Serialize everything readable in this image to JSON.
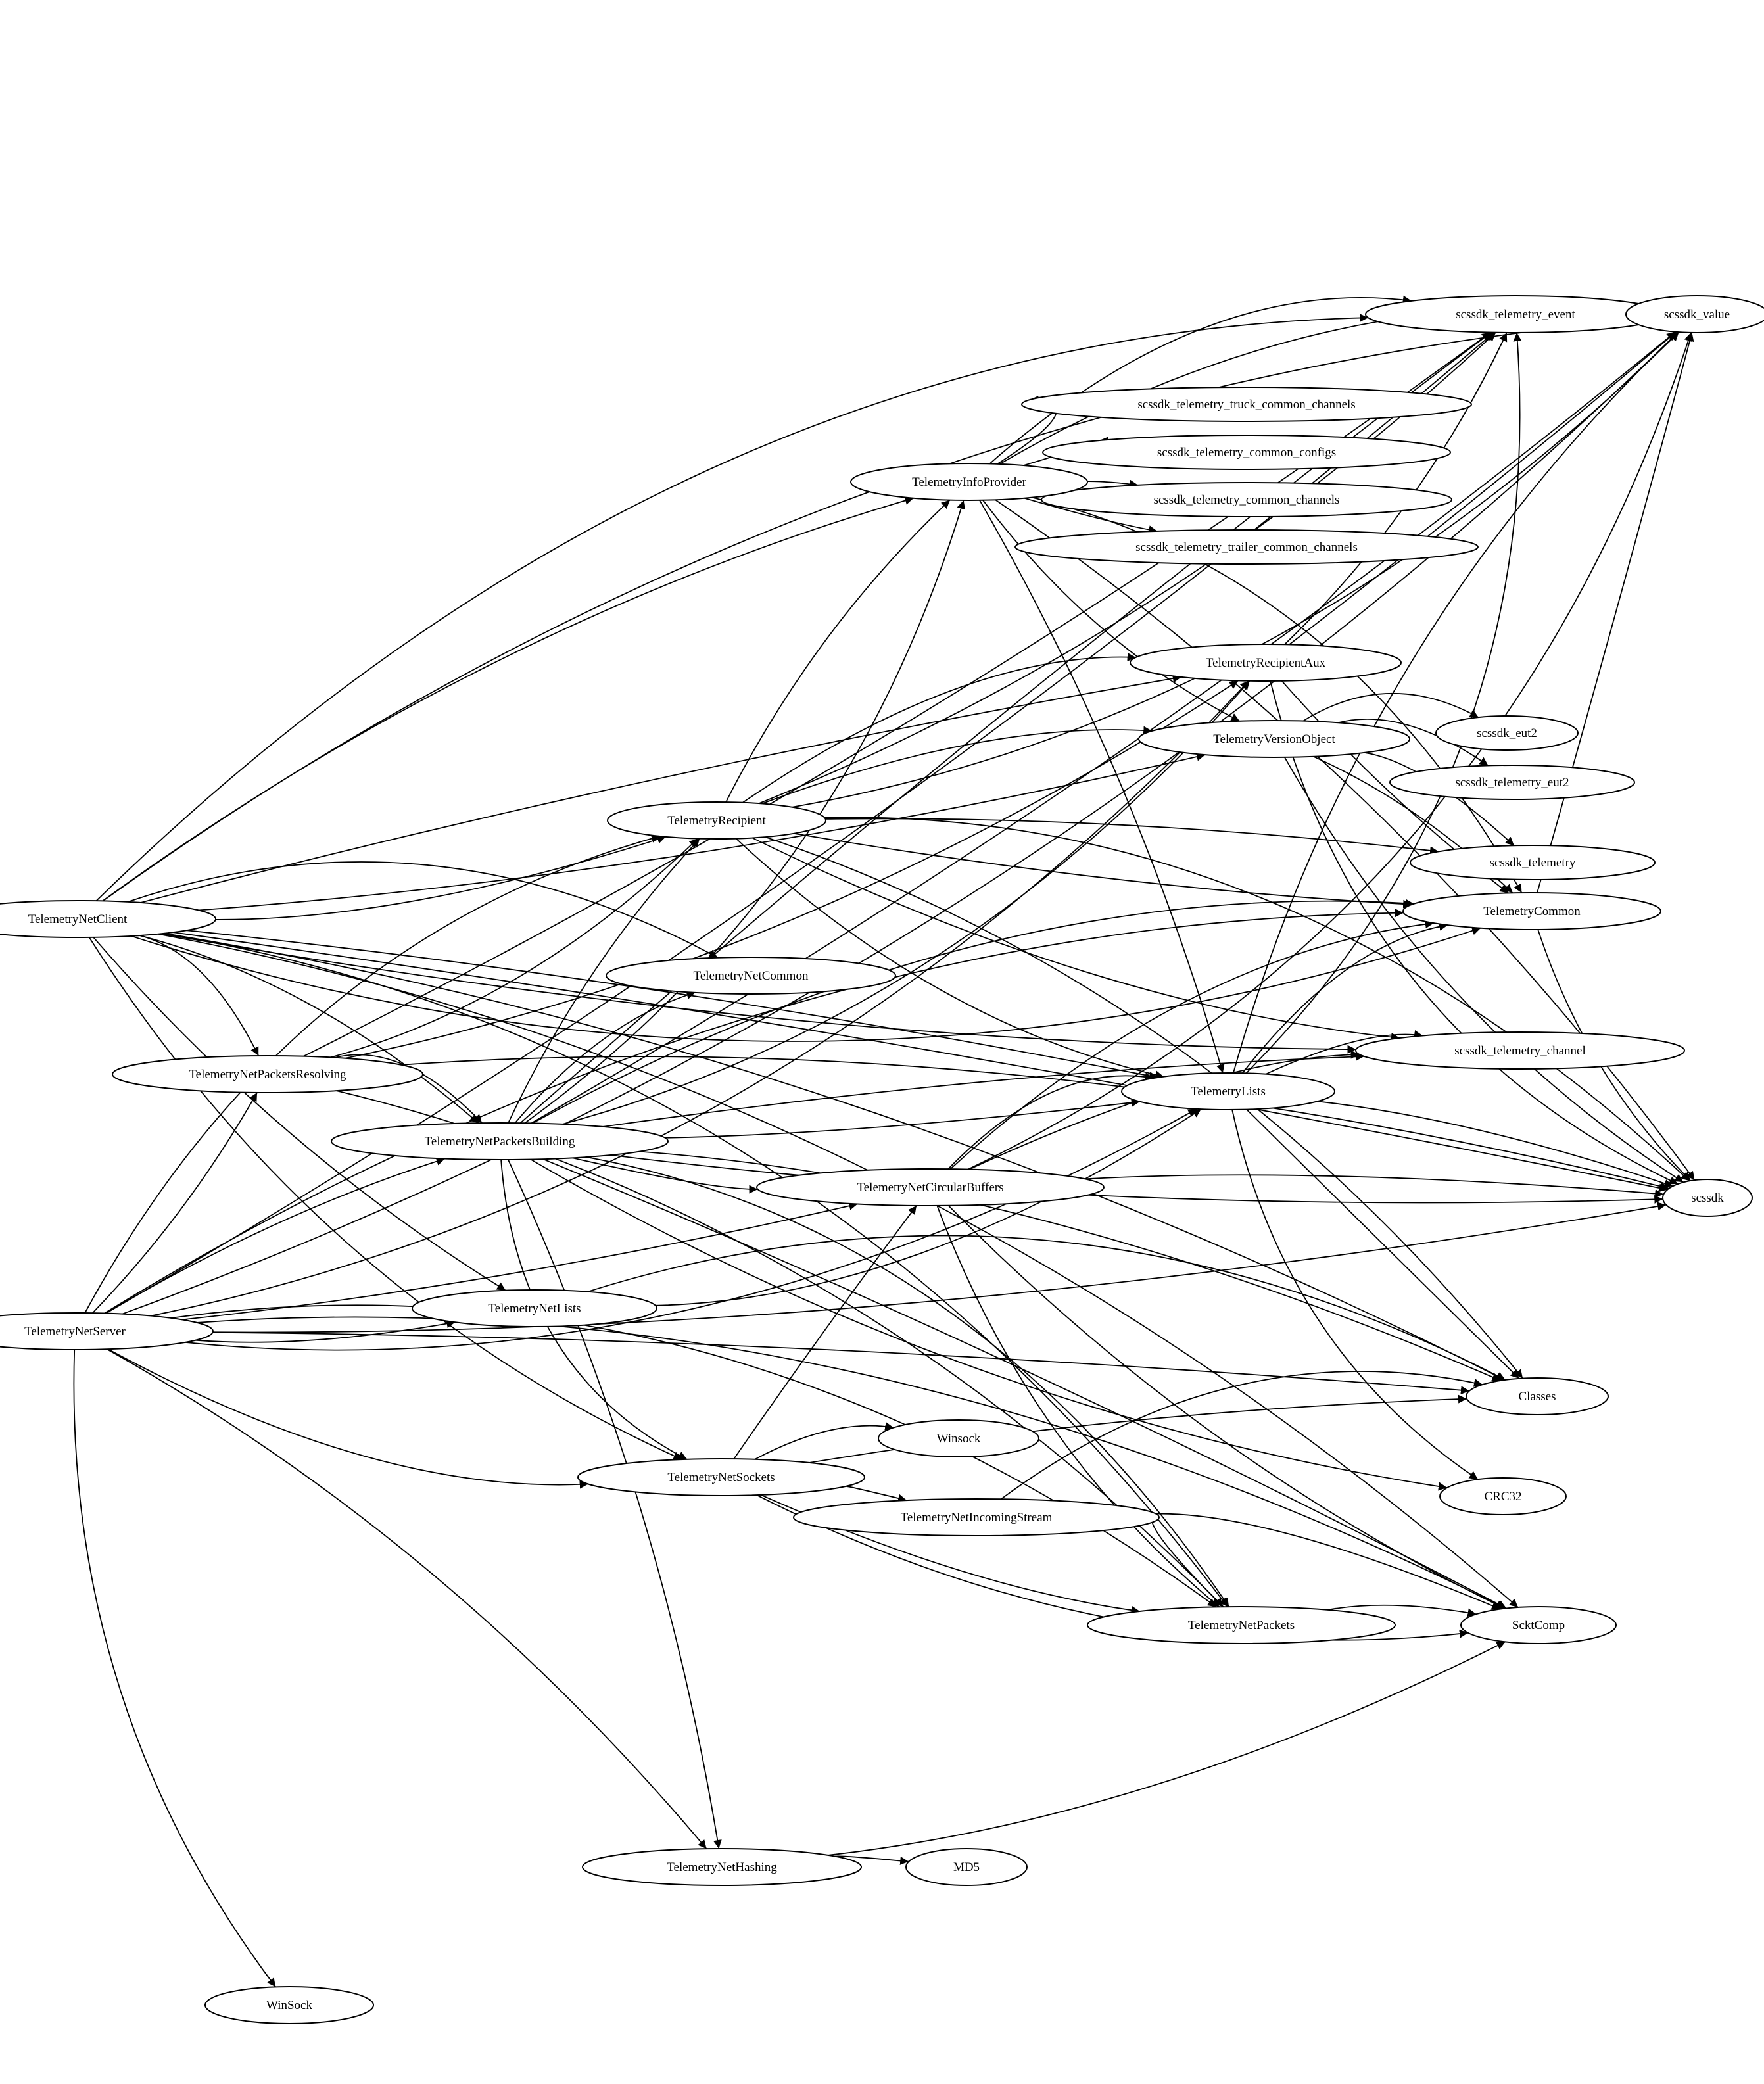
{
  "nodes": [
    {
      "id": "sev",
      "label": "scssdk_telemetry_event"
    },
    {
      "id": "sval",
      "label": "scssdk_value"
    },
    {
      "id": "stcc",
      "label": "scssdk_telemetry_truck_common_channels"
    },
    {
      "id": "scfg",
      "label": "scssdk_telemetry_common_configs"
    },
    {
      "id": "scch",
      "label": "scssdk_telemetry_common_channels"
    },
    {
      "id": "stlc",
      "label": "scssdk_telemetry_trailer_common_channels"
    },
    {
      "id": "tip",
      "label": "TelemetryInfoProvider"
    },
    {
      "id": "tra",
      "label": "TelemetryRecipientAux"
    },
    {
      "id": "tvo",
      "label": "TelemetryVersionObject"
    },
    {
      "id": "seut",
      "label": "scssdk_eut2"
    },
    {
      "id": "steut",
      "label": "scssdk_telemetry_eut2"
    },
    {
      "id": "tr",
      "label": "TelemetryRecipient"
    },
    {
      "id": "stel",
      "label": "scssdk_telemetry"
    },
    {
      "id": "tc",
      "label": "TelemetryCommon"
    },
    {
      "id": "tnc",
      "label": "TelemetryNetClient"
    },
    {
      "id": "tncm",
      "label": "TelemetryNetCommon"
    },
    {
      "id": "tnpr",
      "label": "TelemetryNetPacketsResolving"
    },
    {
      "id": "stch",
      "label": "scssdk_telemetry_channel"
    },
    {
      "id": "tl",
      "label": "TelemetryLists"
    },
    {
      "id": "tnpb",
      "label": "TelemetryNetPacketsBuilding"
    },
    {
      "id": "tncb",
      "label": "TelemetryNetCircularBuffers"
    },
    {
      "id": "sdk",
      "label": "scssdk"
    },
    {
      "id": "tnl",
      "label": "TelemetryNetLists"
    },
    {
      "id": "tns",
      "label": "TelemetryNetServer"
    },
    {
      "id": "cls",
      "label": "Classes"
    },
    {
      "id": "wsk",
      "label": "Winsock"
    },
    {
      "id": "tnsk",
      "label": "TelemetryNetSockets"
    },
    {
      "id": "crc",
      "label": "CRC32"
    },
    {
      "id": "tnis",
      "label": "TelemetryNetIncomingStream"
    },
    {
      "id": "tnp",
      "label": "TelemetryNetPackets"
    },
    {
      "id": "sc",
      "label": "ScktComp"
    },
    {
      "id": "tnh",
      "label": "TelemetryNetHashing"
    },
    {
      "id": "md5",
      "label": "MD5"
    },
    {
      "id": "wsk2",
      "label": "WinSock"
    }
  ],
  "edges": [
    {
      "from": "tnc",
      "to": "sev"
    },
    {
      "from": "tnc",
      "to": "sval"
    },
    {
      "from": "tnc",
      "to": "tip"
    },
    {
      "from": "tnc",
      "to": "tra"
    },
    {
      "from": "tnc",
      "to": "tvo"
    },
    {
      "from": "tnc",
      "to": "tr"
    },
    {
      "from": "tnc",
      "to": "tc"
    },
    {
      "from": "tnc",
      "to": "tncm"
    },
    {
      "from": "tnc",
      "to": "tnpr"
    },
    {
      "from": "tnc",
      "to": "tnpb"
    },
    {
      "from": "tnc",
      "to": "tl"
    },
    {
      "from": "tnc",
      "to": "stch"
    },
    {
      "from": "tnc",
      "to": "tnl"
    },
    {
      "from": "tnc",
      "to": "tnsk"
    },
    {
      "from": "tnc",
      "to": "tnp"
    },
    {
      "from": "tnc",
      "to": "sc"
    },
    {
      "from": "tnc",
      "to": "cls"
    },
    {
      "from": "tnc",
      "to": "sdk"
    },
    {
      "from": "tns",
      "to": "sev"
    },
    {
      "from": "tns",
      "to": "sval"
    },
    {
      "from": "tns",
      "to": "tra"
    },
    {
      "from": "tns",
      "to": "tr"
    },
    {
      "from": "tns",
      "to": "tc"
    },
    {
      "from": "tns",
      "to": "tnpr"
    },
    {
      "from": "tns",
      "to": "tnpb"
    },
    {
      "from": "tns",
      "to": "tncb"
    },
    {
      "from": "tns",
      "to": "tnl"
    },
    {
      "from": "tns",
      "to": "tnsk"
    },
    {
      "from": "tns",
      "to": "tnp"
    },
    {
      "from": "tns",
      "to": "sc"
    },
    {
      "from": "tns",
      "to": "tnh"
    },
    {
      "from": "tns",
      "to": "cls"
    },
    {
      "from": "tns",
      "to": "sdk"
    },
    {
      "from": "tns",
      "to": "wsk2"
    },
    {
      "from": "tns",
      "to": "tl"
    },
    {
      "from": "tip",
      "to": "sev"
    },
    {
      "from": "tip",
      "to": "sval"
    },
    {
      "from": "tip",
      "to": "stcc"
    },
    {
      "from": "tip",
      "to": "scfg"
    },
    {
      "from": "tip",
      "to": "scch"
    },
    {
      "from": "tip",
      "to": "stlc"
    },
    {
      "from": "tip",
      "to": "tvo"
    },
    {
      "from": "tip",
      "to": "tc"
    },
    {
      "from": "tip",
      "to": "tl"
    },
    {
      "from": "tip",
      "to": "sdk"
    },
    {
      "from": "tra",
      "to": "sev"
    },
    {
      "from": "tra",
      "to": "sval"
    },
    {
      "from": "tra",
      "to": "tc"
    },
    {
      "from": "tra",
      "to": "sdk"
    },
    {
      "from": "tvo",
      "to": "seut"
    },
    {
      "from": "tvo",
      "to": "steut"
    },
    {
      "from": "tvo",
      "to": "stel"
    },
    {
      "from": "tvo",
      "to": "tc"
    },
    {
      "from": "tvo",
      "to": "sdk"
    },
    {
      "from": "tr",
      "to": "sev"
    },
    {
      "from": "tr",
      "to": "sval"
    },
    {
      "from": "tr",
      "to": "tip"
    },
    {
      "from": "tr",
      "to": "tra"
    },
    {
      "from": "tr",
      "to": "tvo"
    },
    {
      "from": "tr",
      "to": "stel"
    },
    {
      "from": "tr",
      "to": "tc"
    },
    {
      "from": "tr",
      "to": "stch"
    },
    {
      "from": "tr",
      "to": "tl"
    },
    {
      "from": "tr",
      "to": "sdk"
    },
    {
      "from": "tr",
      "to": "cls"
    },
    {
      "from": "tc",
      "to": "sval"
    },
    {
      "from": "tc",
      "to": "sdk"
    },
    {
      "from": "tnpr",
      "to": "sev"
    },
    {
      "from": "tnpr",
      "to": "tra"
    },
    {
      "from": "tnpr",
      "to": "tr"
    },
    {
      "from": "tnpr",
      "to": "tnpb"
    },
    {
      "from": "tnpr",
      "to": "tnp"
    },
    {
      "from": "tnpr",
      "to": "sdk"
    },
    {
      "from": "tnpb",
      "to": "sev"
    },
    {
      "from": "tnpb",
      "to": "sval"
    },
    {
      "from": "tnpb",
      "to": "tip"
    },
    {
      "from": "tnpb",
      "to": "tra"
    },
    {
      "from": "tnpb",
      "to": "tr"
    },
    {
      "from": "tnpb",
      "to": "tc"
    },
    {
      "from": "tnpb",
      "to": "tncm"
    },
    {
      "from": "tnpb",
      "to": "stch"
    },
    {
      "from": "tnpb",
      "to": "tl"
    },
    {
      "from": "tnpb",
      "to": "tncb"
    },
    {
      "from": "tnpb",
      "to": "tnsk"
    },
    {
      "from": "tnpb",
      "to": "tnp"
    },
    {
      "from": "tnpb",
      "to": "tnh"
    },
    {
      "from": "tnpb",
      "to": "cls"
    },
    {
      "from": "tnpb",
      "to": "sc"
    },
    {
      "from": "tnpb",
      "to": "sdk"
    },
    {
      "from": "tnpb",
      "to": "crc"
    },
    {
      "from": "tl",
      "to": "sev"
    },
    {
      "from": "tl",
      "to": "sval"
    },
    {
      "from": "tl",
      "to": "tc"
    },
    {
      "from": "tl",
      "to": "stch"
    },
    {
      "from": "tl",
      "to": "sdk"
    },
    {
      "from": "tl",
      "to": "cls"
    },
    {
      "from": "tl",
      "to": "crc"
    },
    {
      "from": "tncb",
      "to": "sval"
    },
    {
      "from": "tncb",
      "to": "tl"
    },
    {
      "from": "tncb",
      "to": "tc"
    },
    {
      "from": "tncb",
      "to": "stch"
    },
    {
      "from": "tncb",
      "to": "sdk"
    },
    {
      "from": "tncb",
      "to": "tnp"
    },
    {
      "from": "tncb",
      "to": "sc"
    },
    {
      "from": "tnl",
      "to": "tl"
    },
    {
      "from": "tnl",
      "to": "cls"
    },
    {
      "from": "tnsk",
      "to": "tncb"
    },
    {
      "from": "tnsk",
      "to": "wsk"
    },
    {
      "from": "tnsk",
      "to": "cls"
    },
    {
      "from": "tnsk",
      "to": "tnis"
    },
    {
      "from": "tnsk",
      "to": "tnp"
    },
    {
      "from": "tnsk",
      "to": "sc"
    },
    {
      "from": "tnis",
      "to": "cls"
    },
    {
      "from": "tnis",
      "to": "tnp"
    },
    {
      "from": "tnis",
      "to": "sc"
    },
    {
      "from": "tnp",
      "to": "sc"
    },
    {
      "from": "tnh",
      "to": "md5"
    },
    {
      "from": "tnh",
      "to": "sc"
    }
  ]
}
